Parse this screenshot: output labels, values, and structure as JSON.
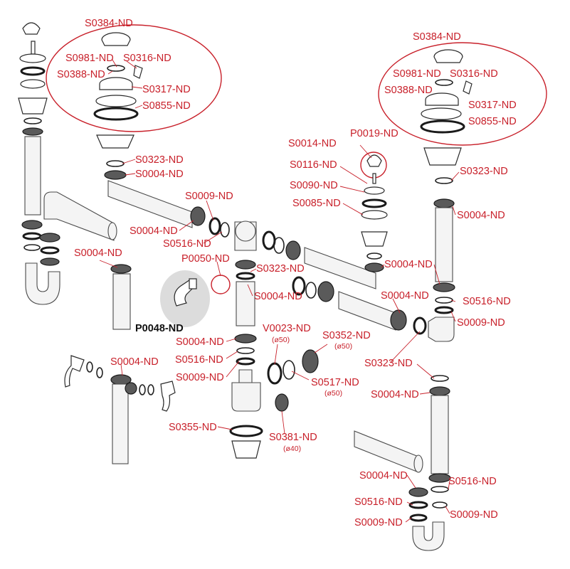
{
  "labels": {
    "s0384_left": "S0384-ND",
    "s0981_left": "S0981-ND",
    "s0316_left": "S0316-ND",
    "s0388_left": "S0388-ND",
    "s0317_left": "S0317-ND",
    "s0855_left": "S0855-ND",
    "s0384_right": "S0384-ND",
    "s0981_right": "S0981-ND",
    "s0316_right": "S0316-ND",
    "s0388_right": "S0388-ND",
    "s0317_right": "S0317-ND",
    "s0855_right": "S0855-ND",
    "s0323_a": "S0323-ND",
    "s0004_a": "S0004-ND",
    "s0009_a": "S0009-ND",
    "s0004_b": "S0004-ND",
    "s0516_a": "S0516-ND",
    "s0004_c": "S0004-ND",
    "p0050": "P0050-ND",
    "s0323_b": "S0323-ND",
    "s0004_d": "S0004-ND",
    "p0048": "P0048-ND",
    "s0014": "S0014-ND",
    "p0019": "P0019-ND",
    "s0116": "S0116-ND",
    "s0090": "S0090-ND",
    "s0085": "S0085-ND",
    "s0323_c": "S0323-ND",
    "s0004_e": "S0004-ND",
    "s0004_f": "S0004-ND",
    "s0004_g": "S0004-ND",
    "s0516_b": "S0516-ND",
    "s0009_b": "S0009-ND",
    "v0023": "V0023-ND",
    "v0023_size": "(ø50)",
    "s0352": "S0352-ND",
    "s0352_size": "(ø50)",
    "s0004_h": "S0004-ND",
    "s0516_c": "S0516-ND",
    "s0323_d": "S0323-ND",
    "s0004_i": "S0004-ND",
    "s0009_c": "S0009-ND",
    "s0517": "S0517-ND",
    "s0517_size": "(ø50)",
    "s0004_j": "S0004-ND",
    "s0355": "S0355-ND",
    "s0381": "S0381-ND",
    "s0381_size": "(ø40)",
    "s0004_k": "S0004-ND",
    "s0516_d": "S0516-ND",
    "s0516_e": "S0516-ND",
    "s0009_d": "S0009-ND",
    "s0009_e": "S0009-ND"
  },
  "colors": {
    "label": "#c8202a",
    "highlight_label": "#111111",
    "highlight_fill": "#dcdcdc"
  }
}
